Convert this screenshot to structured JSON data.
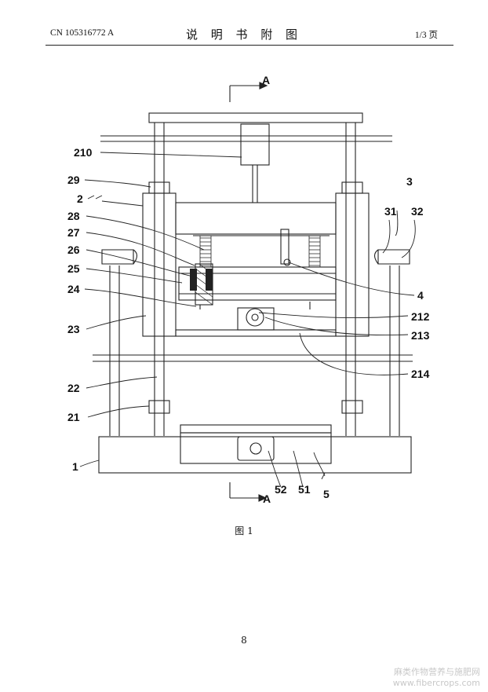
{
  "header": {
    "patent_no": "CN 105316772 A",
    "title": "说 明 书 附 图",
    "page": "1/3 页"
  },
  "section_marks": {
    "top": "A",
    "bottom": "A"
  },
  "labels": {
    "l210": "210",
    "l29": "29",
    "l2": "2",
    "l28": "28",
    "l27": "27",
    "l26": "26",
    "l25": "25",
    "l24": "24",
    "l23": "23",
    "l22": "22",
    "l21": "21",
    "l1": "1",
    "l3": "3",
    "l31": "31",
    "l32": "32",
    "l4": "4",
    "l212": "212",
    "l213": "213",
    "l214": "214",
    "l52": "52",
    "l51": "51",
    "l5": "5"
  },
  "caption": "图 1",
  "page_number": "8",
  "watermark": {
    "line1": "麻类作物营养与施肥网",
    "line2": "www.fibercrops.com"
  }
}
